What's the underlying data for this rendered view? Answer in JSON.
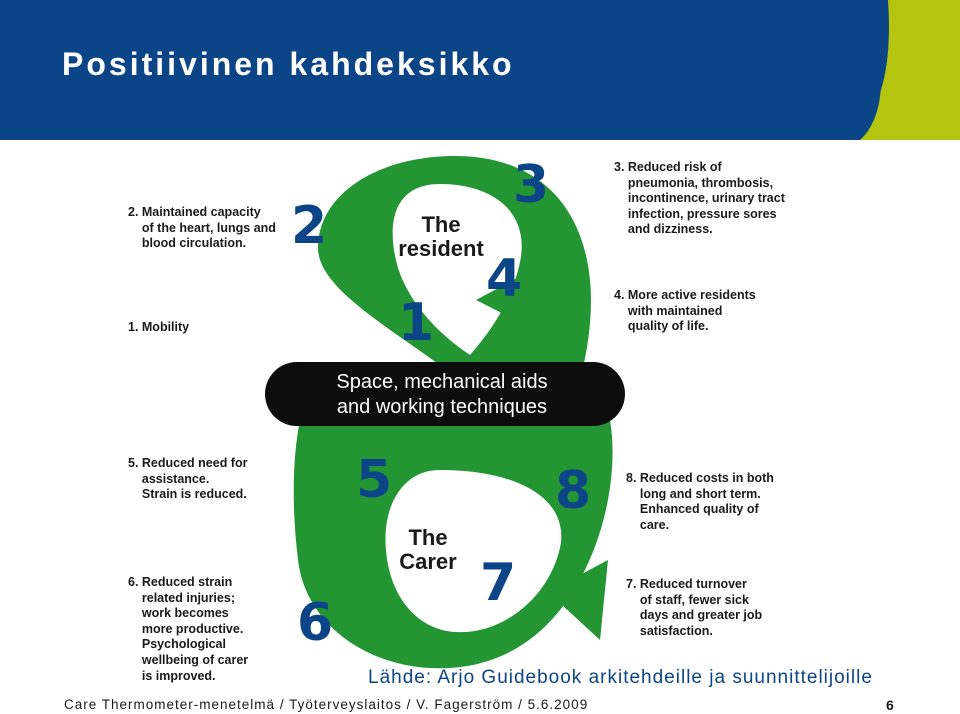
{
  "header": {
    "title": "Positiivinen kahdeksikko",
    "colors": {
      "blue": "#0b4587",
      "lime": "#b5c40f"
    }
  },
  "diagram": {
    "colors": {
      "green": "#249533",
      "blue": "#0b4587",
      "black": "#0d0d0d"
    },
    "center_label_line1": "Space, mechanical aids",
    "center_label_line2": "and working techniques",
    "top_loop_label_line1": "The",
    "top_loop_label_line2": "resident",
    "bottom_loop_label_line1": "The",
    "bottom_loop_label_line2": "Carer",
    "numbers": [
      "1",
      "2",
      "3",
      "4",
      "5",
      "6",
      "7",
      "8"
    ],
    "items": {
      "item1": "1. Mobility",
      "item2": "2. Maintained capacity\n    of the heart, lungs and\n    blood circulation.",
      "item3": "3. Reduced risk of\n    pneumonia, thrombosis,\n    incontinence, urinary tract\n    infection, pressure sores\n    and dizziness.",
      "item4": "4. More active residents\n    with maintained\n    quality of life.",
      "item5": "5. Reduced need for\n    assistance.\n    Strain is reduced.",
      "item6": "6. Reduced strain\n    related injuries;\n    work becomes\n    more productive.\n    Psychological\n    wellbeing of carer\n    is improved.",
      "item7": "7. Reduced turnover\n    of staff, fewer sick\n    days and greater job\n    satisfaction.",
      "item8": "8. Reduced costs in both\n    long and short term.\n    Enhanced quality of\n    care."
    }
  },
  "source": "Lähde: Arjo Guidebook arkitehdeille ja suunnittelijoille",
  "footer": {
    "text": "Care Thermometer-menetelmä / Työterveyslaitos / V. Fagerström / 5.6.2009",
    "page_number": "6"
  }
}
